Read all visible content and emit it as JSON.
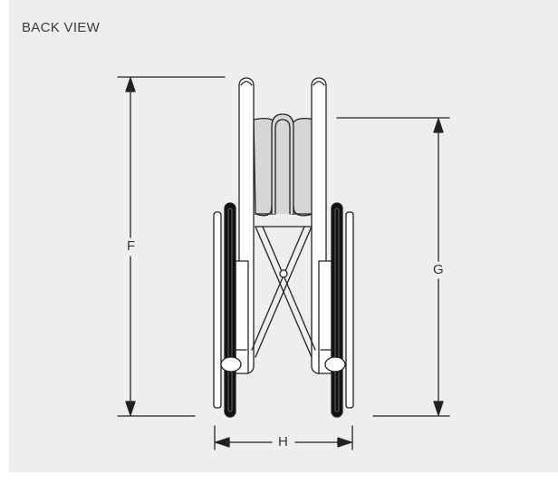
{
  "header": {
    "title": "BACK VIEW"
  },
  "dimensions": {
    "F": "F",
    "G": "G",
    "H": "H"
  },
  "colors": {
    "panel": "#eeeeef",
    "line": "#222222",
    "seat": "#d6d6d6",
    "tire": "#111111"
  }
}
